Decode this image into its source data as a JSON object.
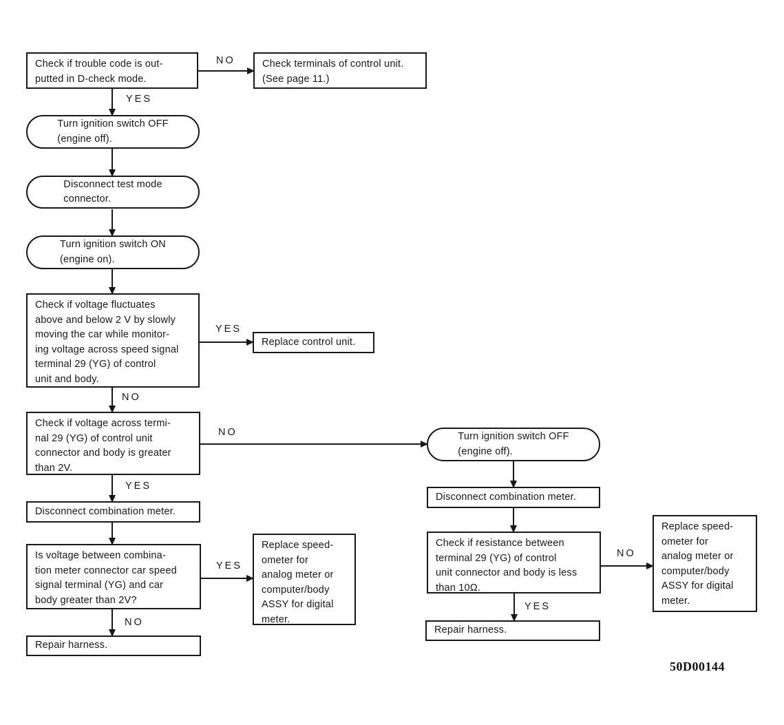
{
  "figure": {
    "code": "50D00144"
  },
  "decision_labels": {
    "yes": "YES",
    "no": "NO"
  },
  "nodes": {
    "check_trouble_code": {
      "type": "process",
      "text": "Check if trouble code is out-\nputted in D-check mode."
    },
    "check_terminals": {
      "type": "terminal",
      "text": "Check terminals of control unit.\n(See page 11.)"
    },
    "ignition_off_1": {
      "type": "action",
      "text": "Turn ignition switch OFF\n(engine off)."
    },
    "disconnect_test_mode": {
      "type": "action",
      "text": "Disconnect test mode\nconnector."
    },
    "ignition_on": {
      "type": "action",
      "text": "Turn ignition switch ON\n(engine on)."
    },
    "check_voltage_fluctuates": {
      "type": "process",
      "text": "Check if voltage fluctuates\nabove and below 2 V by slowly\nmoving the car while monitor-\ning voltage across speed signal\nterminal 29 (YG) of control\nunit and body."
    },
    "replace_control_unit": {
      "type": "terminal",
      "text": "Replace control unit."
    },
    "check_voltage_terminal29": {
      "type": "process",
      "text": "Check if voltage across termi-\nnal 29 (YG) of control unit\nconnector and body is greater\nthan 2V."
    },
    "ignition_off_2": {
      "type": "action",
      "text": "Turn ignition switch OFF\n(engine off)."
    },
    "disconnect_combination_meter_left": {
      "type": "action",
      "text": "Disconnect combination meter."
    },
    "check_meter_voltage": {
      "type": "process",
      "text": "Is voltage between combina-\ntion meter connector car speed\nsignal terminal (YG) and car\nbody greater than 2V?"
    },
    "replace_speedometer_left": {
      "type": "terminal",
      "text": "Replace speed-\nometer for\nanalog meter or\ncomputer/body\nASSY for digital\nmeter."
    },
    "repair_harness_left": {
      "type": "terminal",
      "text": "Repair harness."
    },
    "disconnect_combination_meter_right": {
      "type": "action",
      "text": "Disconnect combination meter."
    },
    "check_resistance": {
      "type": "process",
      "text": "Check if resistance between\nterminal 29 (YG) of control\nunit connector and body is less\nthan 10Ω."
    },
    "replace_speedometer_right": {
      "type": "terminal",
      "text": "Replace speed-\nometer for\nanalog meter or\ncomputer/body\nASSY for digital\nmeter."
    },
    "repair_harness_right": {
      "type": "terminal",
      "text": "Repair harness."
    }
  }
}
